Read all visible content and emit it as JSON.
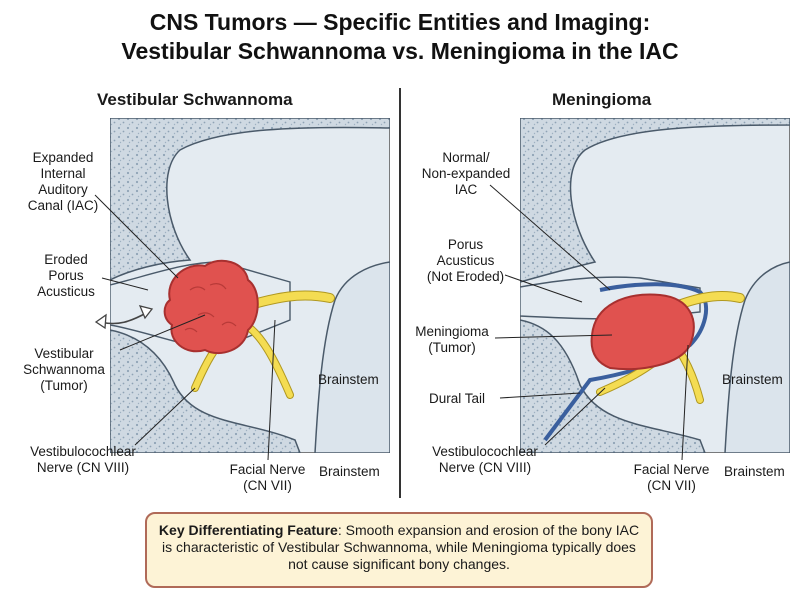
{
  "title": {
    "line1": "CNS Tumors — Specific Entities and Imaging:",
    "line2": "Vestibular Schwannoma vs. Meningioma in the IAC"
  },
  "left_panel": {
    "heading": "Vestibular Schwannoma",
    "labels": {
      "expanded_iac": [
        "Expanded",
        "Internal",
        "Auditory",
        "Canal (IAC)"
      ],
      "eroded_porus": [
        "Eroded",
        "Porus",
        "Acusticus"
      ],
      "tumor": [
        "Vestibular",
        "Schwannoma",
        "(Tumor)"
      ],
      "brainstem_inner": "Brainstem",
      "cn8": [
        "Vestibulocochlear",
        "Nerve (CN VIII)"
      ],
      "cn7": [
        "Facial Nerve",
        "(CN VII)"
      ],
      "brainstem_outer": "Brainstem"
    }
  },
  "right_panel": {
    "heading": "Meningioma",
    "labels": {
      "normal_iac": [
        "Normal/",
        "Non-expanded",
        "IAC"
      ],
      "porus": [
        "Porus",
        "Acusticus",
        "(Not Eroded)"
      ],
      "tumor": [
        "Meningioma",
        "(Tumor)"
      ],
      "brainstem_inner": "Brainstem",
      "dural_tail": "Dural Tail",
      "cn8": [
        "Vestibulocochlear",
        "Nerve (CN VIII)"
      ],
      "cn7": [
        "Facial Nerve",
        "(CN VII)"
      ],
      "brainstem_outer": "Brainstem"
    }
  },
  "key_box": {
    "lead": "Key Differentiating Feature",
    "text": ": Smooth expansion and erosion of the bony IAC is characteristic of Vestibular Schwannoma, while Meningioma typically does not cause significant bony changes."
  },
  "colors": {
    "bone": "#cfd9e2",
    "bone_dots": "#8fa3b5",
    "soft_tissue": "#e4ebf1",
    "tumor": "#e0524f",
    "tumor_outline": "#a8302f",
    "nerve": "#f4dc52",
    "dura": "#3a5f9e",
    "key_fill": "#fdf3d6",
    "key_border": "#b06a58"
  }
}
